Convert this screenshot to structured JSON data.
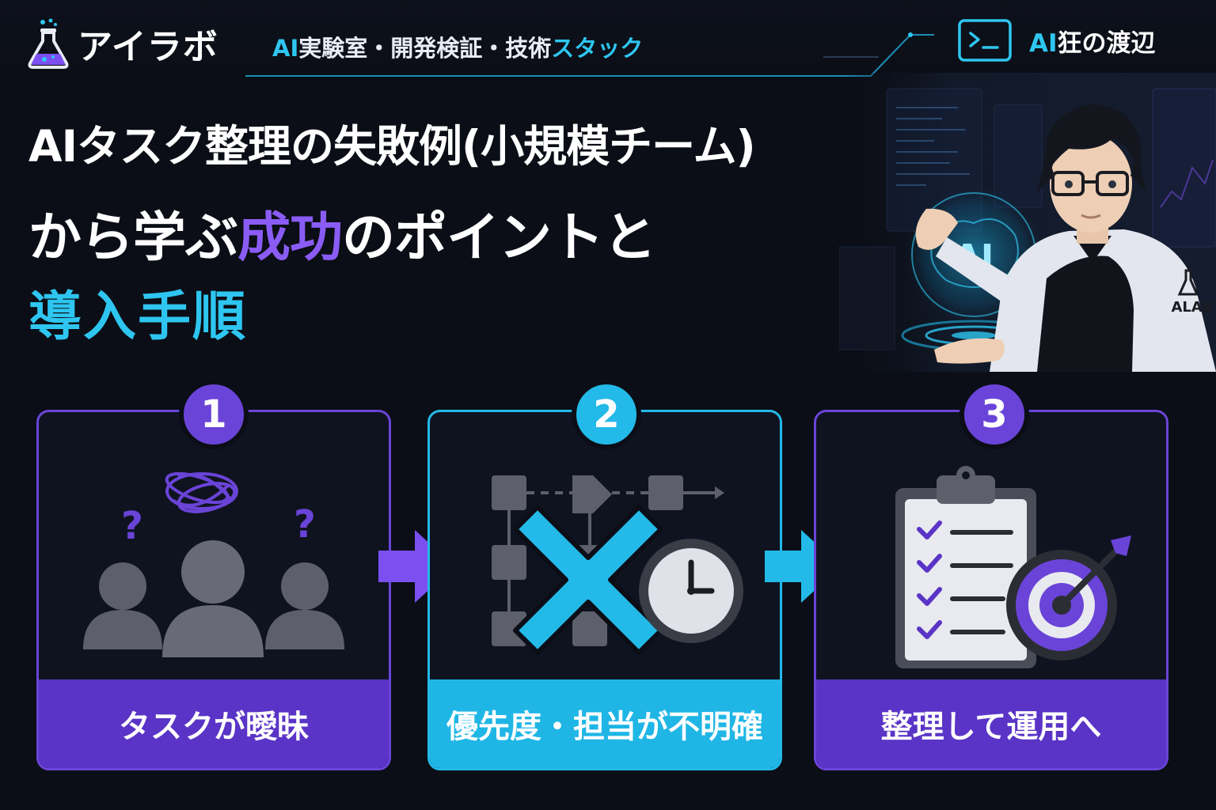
{
  "header": {
    "logo_text": "アイラボ",
    "tagline_accent_1": "AI",
    "tagline_body": "実験室・開発検証・技術",
    "tagline_accent_2": "スタック",
    "author_accent": "AI",
    "author_body": "狂の渡辺"
  },
  "hero": {
    "title_line1": "AIタスク整理の失敗例(小規模チーム)",
    "title_line2_prefix": "から学ぶ",
    "title_line2_highlight": "成功",
    "title_line2_suffix": "のポイントと",
    "title_line3": "導入手順",
    "hologram_label": "AI",
    "coat_badge": "ALAB"
  },
  "steps": [
    {
      "number": "1",
      "label": "タスクが曖昧",
      "icon": "confused-people-icon"
    },
    {
      "number": "2",
      "label": "優先度・担当が不明確",
      "icon": "broken-flow-clock-icon"
    },
    {
      "number": "3",
      "label": "整理して運用へ",
      "icon": "checklist-target-icon"
    }
  ],
  "colors": {
    "background": "#0b0e16",
    "violet": "#6a44d8",
    "violet_text": "#8a5cf5",
    "cyan": "#23b9e8",
    "gray_icon": "#5d606b"
  }
}
